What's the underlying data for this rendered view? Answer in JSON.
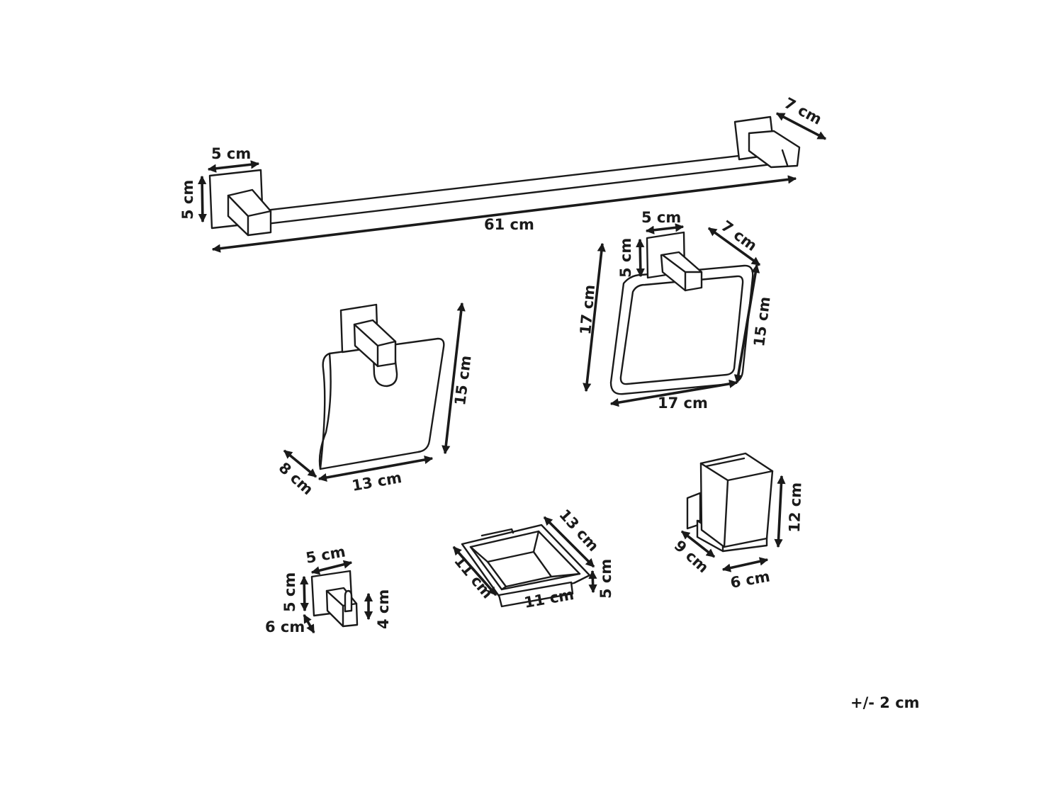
{
  "diagram": {
    "towel_bar": {
      "width": "61 cm",
      "depth": "7 cm",
      "base_width": "5 cm",
      "base_height": "5 cm"
    },
    "towel_ring": {
      "height": "17 cm",
      "width": "17 cm",
      "ring_height": "15 cm",
      "depth": "7 cm",
      "base_width": "5 cm",
      "base_height": "5 cm"
    },
    "paper_holder": {
      "height": "15 cm",
      "width": "13 cm",
      "depth": "8 cm"
    },
    "robe_hook": {
      "base_width": "5 cm",
      "base_height": "5 cm",
      "depth": "6 cm",
      "hook_height": "4 cm"
    },
    "soap_dish": {
      "length": "13 cm",
      "width": "11 cm",
      "front": "11 cm",
      "height": "5 cm"
    },
    "tumbler": {
      "height": "12 cm",
      "depth": "9 cm",
      "width": "6 cm"
    },
    "tolerance": "+/- 2 cm"
  }
}
